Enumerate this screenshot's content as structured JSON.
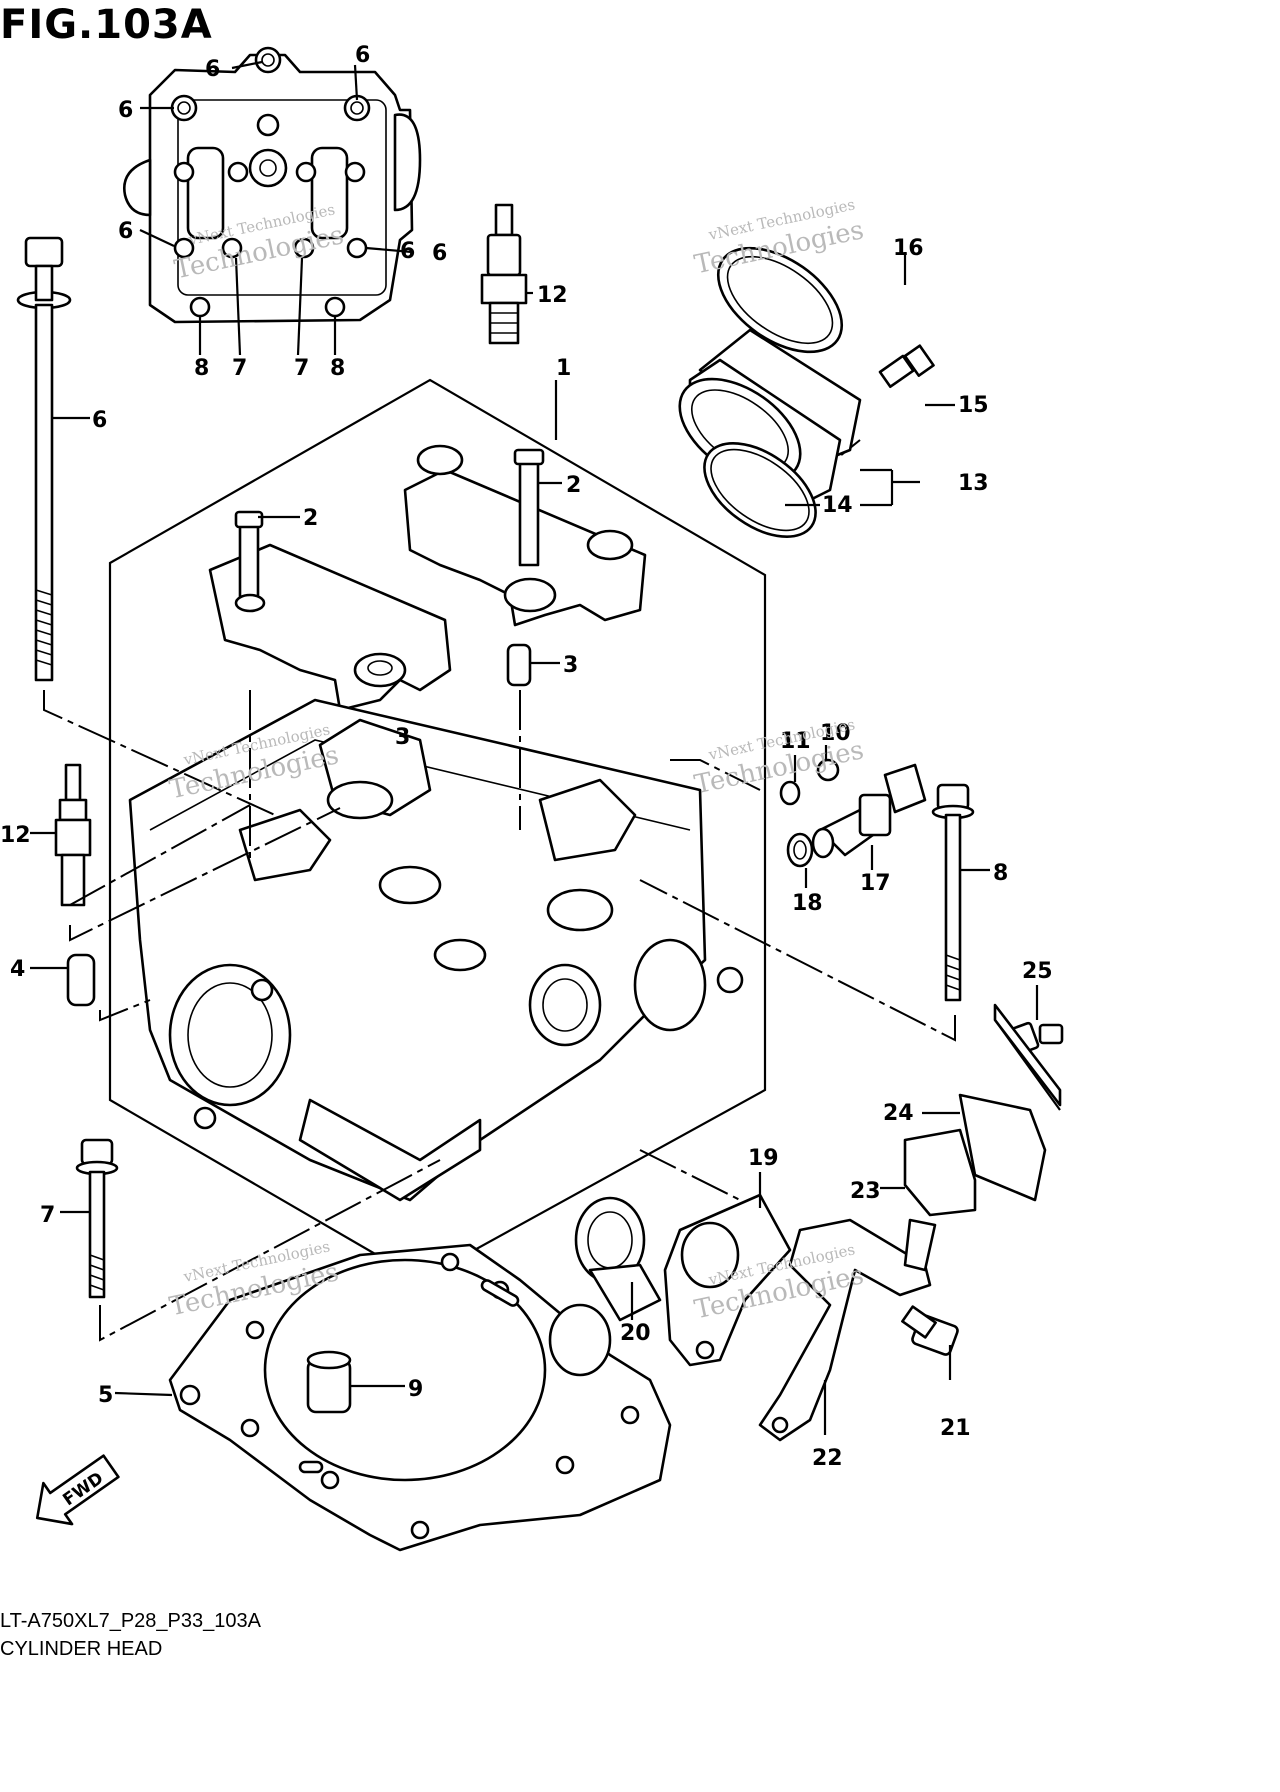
{
  "figure": {
    "title": "FIG.103A",
    "model_code": "LT-A750XL7_P28_P33_103A",
    "name": "CYLINDER HEAD"
  },
  "fwd_label": "FWD",
  "watermark": {
    "line1": "vNext Technologies",
    "line2": "Technologies"
  },
  "callouts": [
    "1",
    "2",
    "2",
    "3",
    "3",
    "4",
    "5",
    "6",
    "6",
    "6",
    "6",
    "6",
    "6",
    "6",
    "7",
    "7",
    "7",
    "8",
    "8",
    "8",
    "9",
    "10",
    "11",
    "12",
    "12",
    "13",
    "14",
    "15",
    "16",
    "17",
    "18",
    "19",
    "20",
    "21",
    "22",
    "23",
    "24",
    "25"
  ],
  "icons": {
    "fwd_arrow": "fwd-arrow-icon"
  }
}
